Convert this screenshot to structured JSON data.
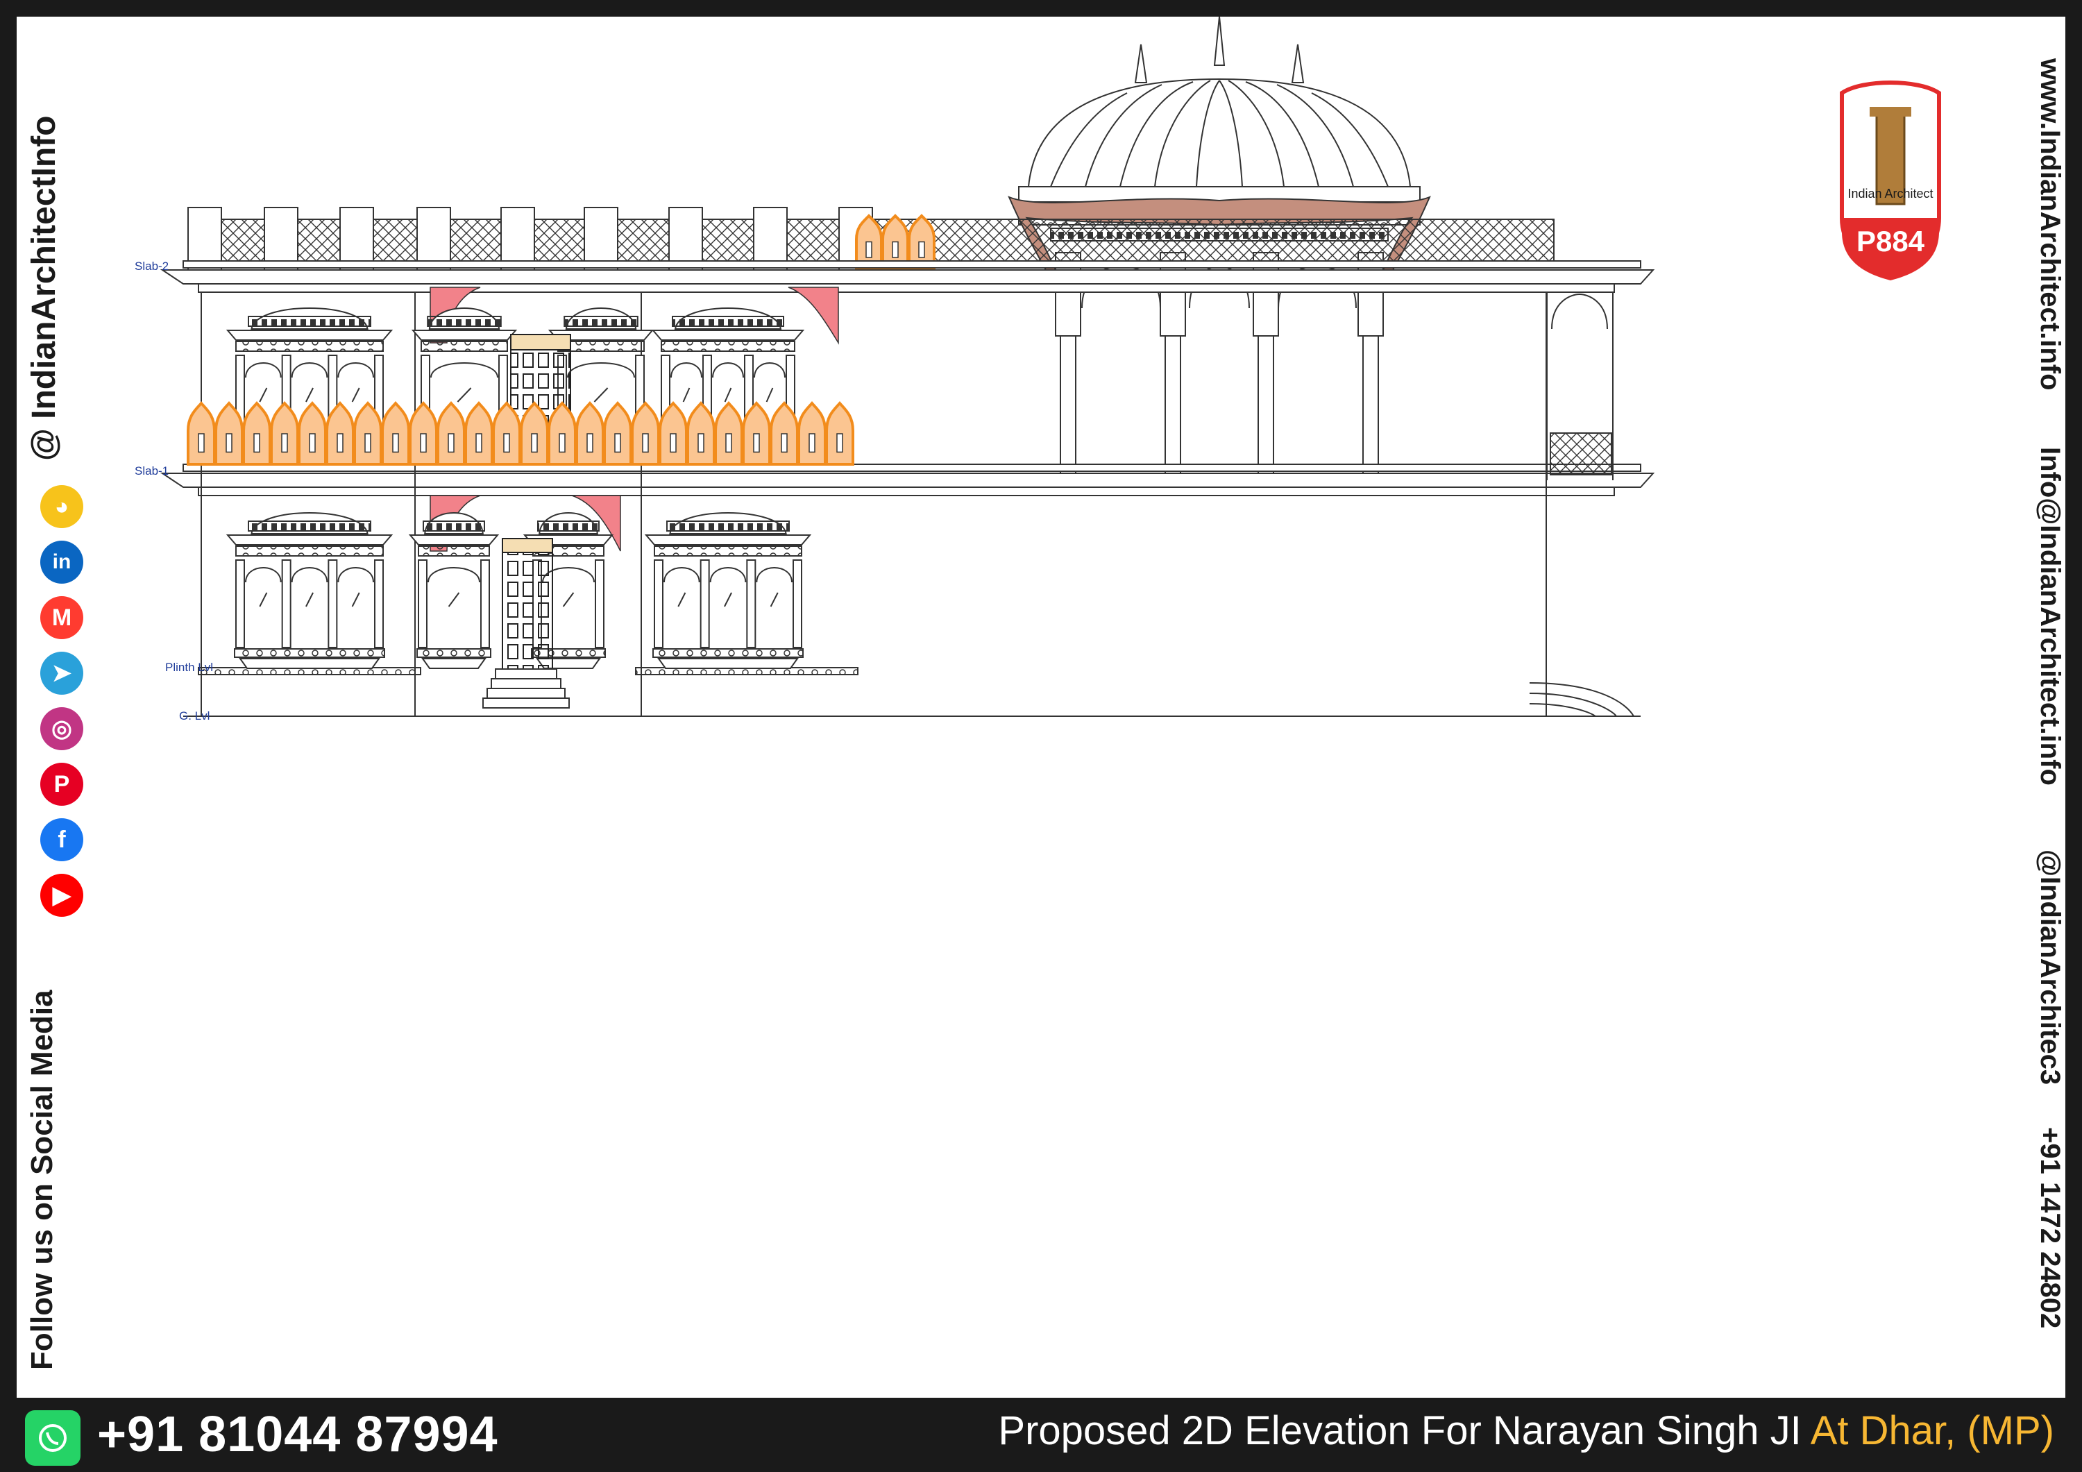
{
  "left_strip": {
    "handle": "@ IndianArchitectInfo",
    "follow_text": "Follow us on Social Media",
    "social_icons": [
      "koo-icon",
      "linkedin-icon",
      "mix-icon",
      "telegram-icon",
      "instagram-icon",
      "pinterest-icon",
      "facebook-icon",
      "youtube-icon"
    ]
  },
  "right_strip": {
    "website": "www.IndianArchitect.info",
    "email": "Info@IndianArchitect.info",
    "twitter": "@IndianArchitec3",
    "phone": "+91 1472 24802"
  },
  "badge": {
    "brand": "Indian Architect",
    "code": "P884"
  },
  "footer": {
    "phone": "+91 81044 87994",
    "title_main": "Proposed 2D Elevation For Narayan Singh JI ",
    "title_location": "At Dhar, (MP)"
  },
  "levels": {
    "slab2": "Slab-2",
    "slab1": "Slab-1",
    "plinth": "Plinth Lvl",
    "ground": "G. Lvl"
  },
  "colors": {
    "accent_orange": "#f28c1c",
    "kangura_fill": "#fbc591",
    "salmon": "#f2828a",
    "chhatri_brown": "#c48f7e",
    "footer_location": "#f7b733",
    "badge_red": "#e32c2c",
    "line": "#333333"
  }
}
